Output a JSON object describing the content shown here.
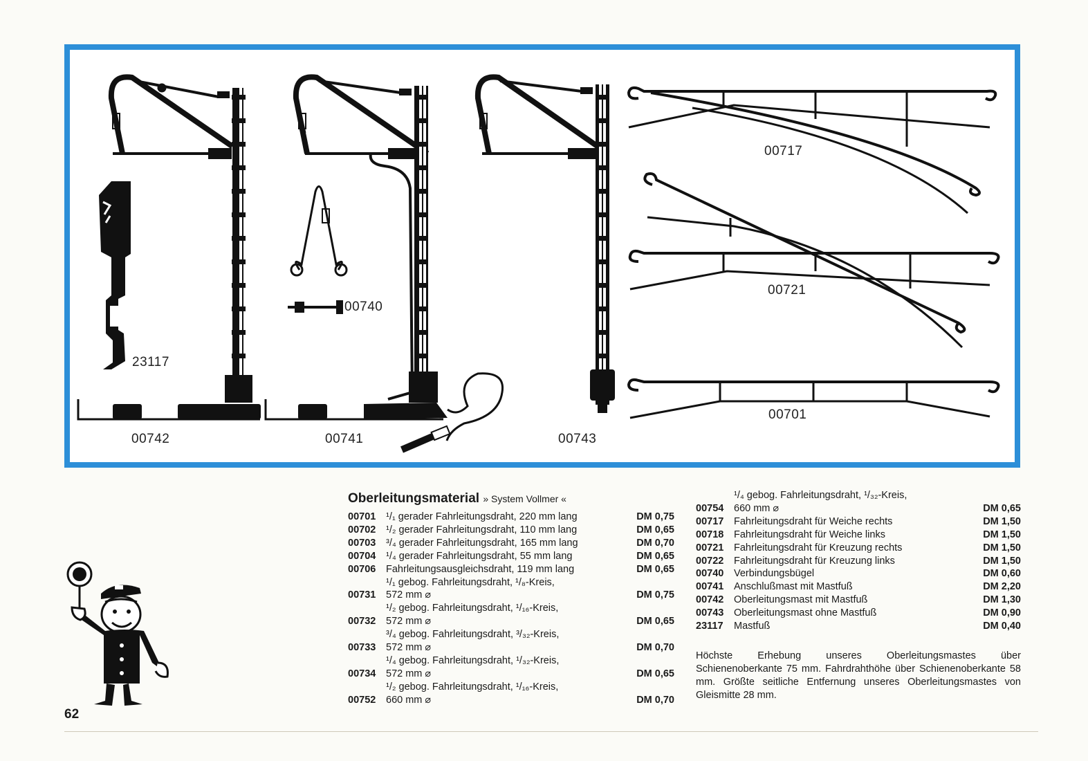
{
  "page_number": "62",
  "illustration": {
    "labels": {
      "l00742": "00742",
      "l00741": "00741",
      "l00743": "00743",
      "l23117": "23117",
      "l00740": "00740",
      "l00717": "00717",
      "l00721": "00721",
      "l00701": "00701"
    }
  },
  "catalog": {
    "heading": "Oberleitungsmaterial",
    "subheading": "» System Vollmer «",
    "left": [
      {
        "code": "00701",
        "desc": "¹/₁ gerader Fahrleitungsdraht, 220 mm lang",
        "desc2": "",
        "price": "DM 0,75"
      },
      {
        "code": "00702",
        "desc": "¹/₂ gerader Fahrleitungsdraht, 110 mm lang",
        "desc2": "",
        "price": "DM 0,65"
      },
      {
        "code": "00703",
        "desc": "³/₄ gerader Fahrleitungsdraht, 165 mm lang",
        "desc2": "",
        "price": "DM 0,70"
      },
      {
        "code": "00704",
        "desc": "¹/₄ gerader Fahrleitungsdraht, 55 mm lang",
        "desc2": "",
        "price": "DM 0,65"
      },
      {
        "code": "00706",
        "desc": "Fahrleitungsausgleichsdraht, 119 mm lang",
        "desc2": "",
        "price": "DM 0,65"
      },
      {
        "code": "00731",
        "desc": "¹/₁ gebog. Fahrleitungsdraht, ¹/₈-Kreis,",
        "desc2": "572 mm ⌀",
        "price": "DM 0,75"
      },
      {
        "code": "00732",
        "desc": "¹/₂ gebog. Fahrleitungsdraht, ¹/₁₆-Kreis,",
        "desc2": "572 mm ⌀",
        "price": "DM 0,65"
      },
      {
        "code": "00733",
        "desc": "³/₄ gebog. Fahrleitungsdraht, ³/₃₂-Kreis,",
        "desc2": "572 mm ⌀",
        "price": "DM 0,70"
      },
      {
        "code": "00734",
        "desc": "¹/₄ gebog. Fahrleitungsdraht, ¹/₃₂-Kreis,",
        "desc2": "572 mm ⌀",
        "price": "DM 0,65"
      },
      {
        "code": "00752",
        "desc": "¹/₂ gebog. Fahrleitungsdraht, ¹/₁₆-Kreis,",
        "desc2": "660 mm ⌀",
        "price": "DM 0,70"
      }
    ],
    "right": [
      {
        "code": "00754",
        "desc": "¹/₄ gebog. Fahrleitungsdraht, ¹/₃₂-Kreis,",
        "desc2": "660 mm ⌀",
        "price": "DM 0,65"
      },
      {
        "code": "00717",
        "desc": "Fahrleitungsdraht für Weiche rechts",
        "desc2": "",
        "price": "DM 1,50"
      },
      {
        "code": "00718",
        "desc": "Fahrleitungsdraht für Weiche links",
        "desc2": "",
        "price": "DM 1,50"
      },
      {
        "code": "00721",
        "desc": "Fahrleitungsdraht für Kreuzung rechts",
        "desc2": "",
        "price": "DM 1,50"
      },
      {
        "code": "00722",
        "desc": "Fahrleitungsdraht für Kreuzung links",
        "desc2": "",
        "price": "DM 1,50"
      },
      {
        "code": "00740",
        "desc": "Verbindungsbügel",
        "desc2": "",
        "price": "DM 0,60"
      },
      {
        "code": "00741",
        "desc": "Anschlußmast mit Mastfuß",
        "desc2": "",
        "price": "DM 2,20"
      },
      {
        "code": "00742",
        "desc": "Oberleitungsmast mit Mastfuß",
        "desc2": "",
        "price": "DM 1,30"
      },
      {
        "code": "00743",
        "desc": "Oberleitungsmast ohne Mastfuß",
        "desc2": "",
        "price": "DM 0,90"
      },
      {
        "code": "23117",
        "desc": "Mastfuß",
        "desc2": "",
        "price": "DM 0,40"
      }
    ],
    "note": "Höchste Erhebung unseres Oberleitungsmastes über Schienenoberkante 75 mm. Fahrdrahthöhe über Schienenoberkante 58 mm. Größte seitliche Entfernung unseres Oberleitungsmastes von Gleismitte 28 mm."
  },
  "colors": {
    "frame": "#2d8fd8",
    "ink": "#111111"
  }
}
